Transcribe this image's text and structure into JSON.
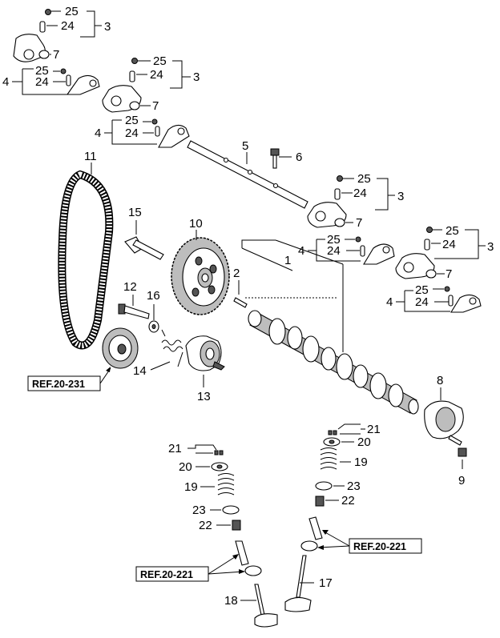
{
  "callouts": {
    "n1": "1",
    "n2": "2",
    "n3": "3",
    "n4": "4",
    "n5": "5",
    "n6": "6",
    "n7": "7",
    "n8": "8",
    "n9": "9",
    "n10": "10",
    "n11": "11",
    "n12": "12",
    "n13": "13",
    "n14": "14",
    "n15": "15",
    "n16": "16",
    "n17": "17",
    "n18": "18",
    "n19": "19",
    "n20": "20",
    "n21": "21",
    "n22": "22",
    "n23": "23",
    "n24": "24",
    "n25": "25"
  },
  "references": {
    "timing_belt": "REF.20-231",
    "valve_left": "REF.20-221",
    "valve_right": "REF.20-221"
  }
}
